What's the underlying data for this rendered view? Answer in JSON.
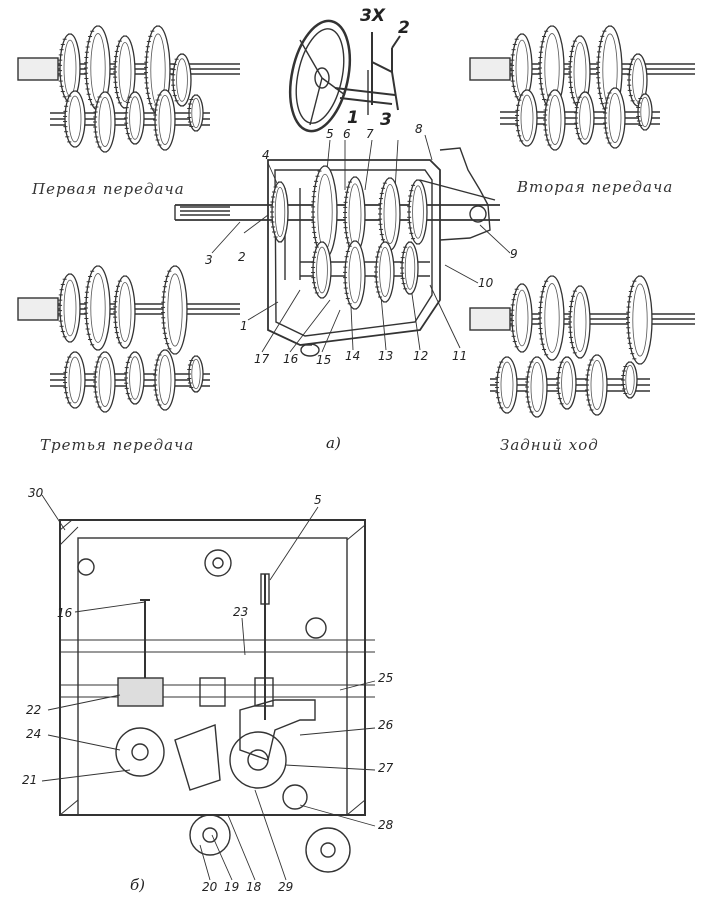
{
  "captions": {
    "first_gear": "Первая передача",
    "second_gear": "Вторая передача",
    "third_gear": "Третья передача",
    "reverse": "Задний ход"
  },
  "sublabels": {
    "a": "a)",
    "b": "б)"
  },
  "shift_pattern": {
    "third_reverse": "3Х",
    "second": "2",
    "first": "1",
    "third": "3"
  },
  "part_numbers": {
    "n1": "1",
    "n2": "2",
    "n3": "3",
    "n4": "4",
    "n5": "5",
    "n6": "6",
    "n7": "7",
    "n8": "8",
    "n9": "9",
    "n10": "10",
    "n11": "11",
    "n12": "12",
    "n13": "13",
    "n14": "14",
    "n15": "15",
    "n16": "16",
    "n17": "17",
    "n18": "18",
    "n19": "19",
    "n20": "20",
    "n21": "21",
    "n22": "22",
    "n23": "23",
    "n24": "24",
    "n25": "25",
    "n26": "26",
    "n27": "27",
    "n28": "28",
    "n29": "29",
    "n30": "30",
    "b5": "5",
    "b16": "16"
  }
}
